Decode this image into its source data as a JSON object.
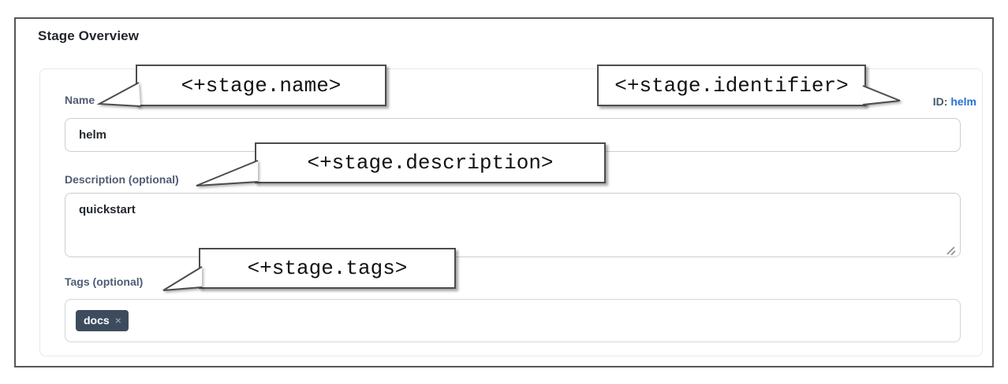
{
  "page": {
    "title": "Stage Overview"
  },
  "form": {
    "name": {
      "label": "Name",
      "value": "helm"
    },
    "identifier": {
      "label": "ID:",
      "value": "helm"
    },
    "description": {
      "label": "Description (optional)",
      "value": "quickstart"
    },
    "tags": {
      "label": "Tags (optional)",
      "items": [
        {
          "text": "docs",
          "remove_glyph": "×"
        }
      ]
    }
  },
  "callouts": {
    "name": "<+stage.name>",
    "identifier": "<+stage.identifier>",
    "description": "<+stage.description>",
    "tags": "<+stage.tags>"
  },
  "colors": {
    "id_link_blue": "#2b6fd4",
    "label_slate": "#4f5c72",
    "tag_chip_bg": "#3d4b5f",
    "frame_border": "#56575a",
    "callout_border": "#4a4c4f"
  }
}
